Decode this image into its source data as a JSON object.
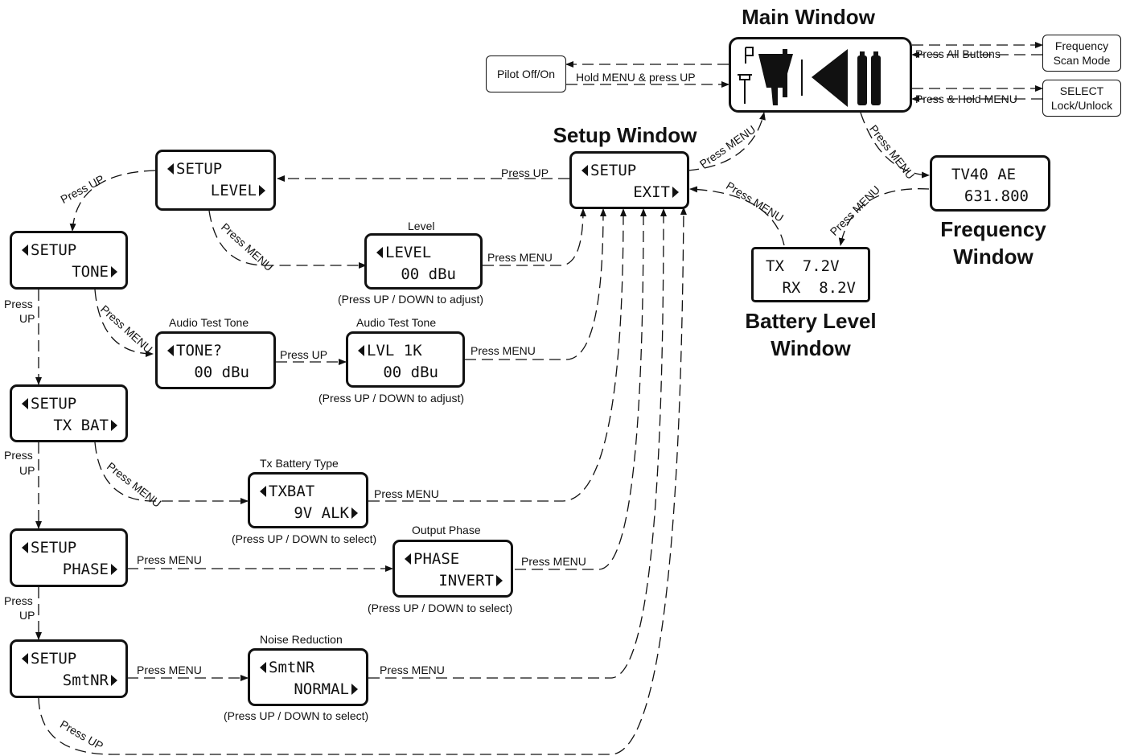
{
  "titles": {
    "main": "Main Window",
    "setup": "Setup Window",
    "frequency": "Frequency Window",
    "battery": "Battery Level Window"
  },
  "side_boxes": {
    "pilot": "Pilot  Off/On",
    "freq_scan_1": "Frequency",
    "freq_scan_2": "Scan Mode",
    "select_1": "SELECT",
    "select_2": "Lock/Unlock"
  },
  "lcd": {
    "setup_exit": [
      "SETUP",
      "EXIT"
    ],
    "setup_level": [
      "SETUP",
      "LEVEL"
    ],
    "level": [
      "LEVEL",
      "00 dBu"
    ],
    "setup_tone": [
      "SETUP",
      "TONE"
    ],
    "tone": [
      "TONE?",
      "00 dBu"
    ],
    "lvl1k": [
      "LVL 1K",
      "00 dBu"
    ],
    "setup_txbat": [
      "SETUP",
      "TX BAT"
    ],
    "txbat": [
      "TXBAT",
      "9V ALK"
    ],
    "setup_phase": [
      "SETUP",
      "PHASE"
    ],
    "phase": [
      "PHASE",
      "INVERT"
    ],
    "setup_smtnr": [
      "SETUP",
      "SmtNR"
    ],
    "smtnr": [
      "SmtNR",
      "NORMAL"
    ],
    "frequency": [
      "TV40 AE",
      "631.800"
    ],
    "battery": [
      "TX  7.2V",
      "RX  8.2V"
    ]
  },
  "captions": {
    "level_top": "Level",
    "level_bottom": "(Press UP / DOWN to adjust)",
    "tone_top": "Audio Test Tone",
    "lvl1k_top": "Audio Test Tone",
    "lvl1k_bottom": "(Press UP / DOWN to adjust)",
    "txbat_top": "Tx Battery Type",
    "txbat_bottom": "(Press UP / DOWN to select)",
    "phase_top": "Output Phase",
    "phase_bottom": "(Press UP / DOWN to select)",
    "smtnr_top": "Noise Reduction",
    "smtnr_bottom": "(Press UP / DOWN to select)"
  },
  "arrow_labels": {
    "press_all_buttons": "Press All Buttons",
    "press_hold_menu": "Press & Hold MENU",
    "hold_menu_press_up": "Hold MENU & press UP",
    "press_up": "Press UP",
    "press_menu": "Press MENU",
    "press": "Press",
    "up": "UP"
  },
  "colors": {
    "ink": "#111111",
    "background": "#ffffff"
  },
  "icons": [
    "tuning-bars-icon",
    "audio-level-icon",
    "battery-icon",
    "antenna-icon",
    "pilot-flag-icon"
  ]
}
